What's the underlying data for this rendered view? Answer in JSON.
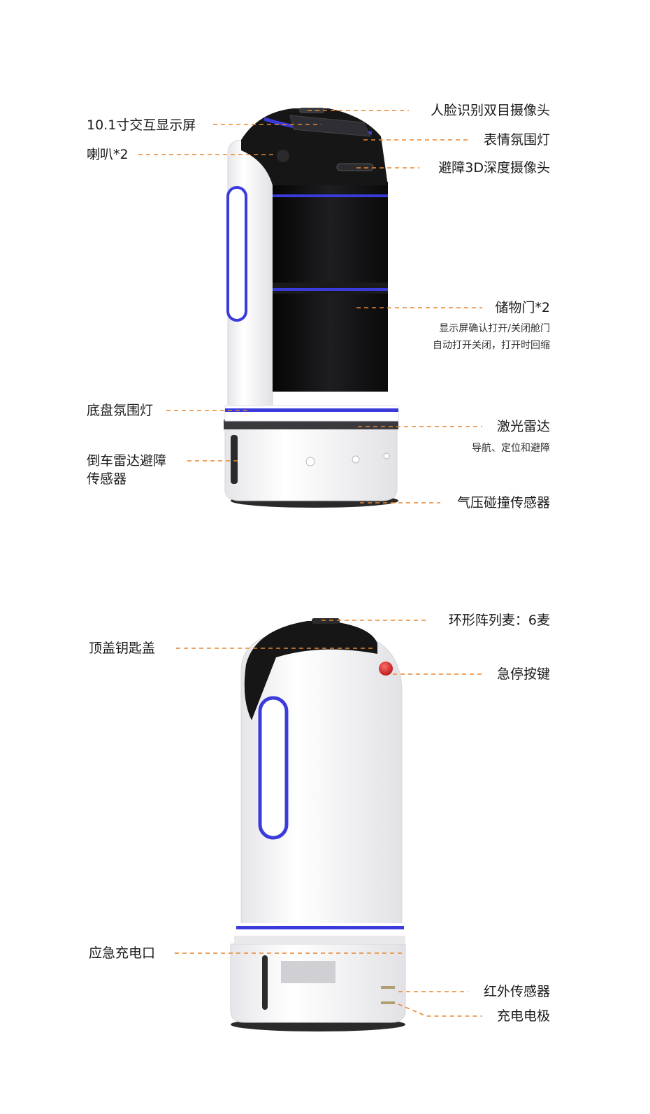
{
  "colors": {
    "leader": "#e8852e",
    "accent_blue": "#3b3bdc",
    "body_white": "#f7f7f9",
    "panel_black": "#121212",
    "stop_red": "#d42424"
  },
  "robot_front": {
    "labels": {
      "display": "10.1寸交互显示屏",
      "speaker": "喇叭*2",
      "face_camera": "人脸识别双目摄像头",
      "expression_light": "表情氛围灯",
      "depth_camera": "避障3D深度摄像头",
      "storage_door": "储物门*2",
      "storage_door_note_1": "显示屏确认打开/关闭舱门",
      "storage_door_note_2": "自动打开关闭，打开时回缩",
      "chassis_light": "底盘氛围灯",
      "reverse_radar_1": "倒车雷达避障",
      "reverse_radar_2": "传感器",
      "lidar": "激光雷达",
      "lidar_note": "导航、定位和避障",
      "bumper": "气压碰撞传感器"
    }
  },
  "robot_back": {
    "labels": {
      "mic_array": "环形阵列麦：6麦",
      "key_cover": "顶盖钥匙盖",
      "estop": "急停按键",
      "emergency_charge": "应急充电口",
      "ir_sensor": "红外传感器",
      "charge_electrode": "充电电极"
    }
  }
}
